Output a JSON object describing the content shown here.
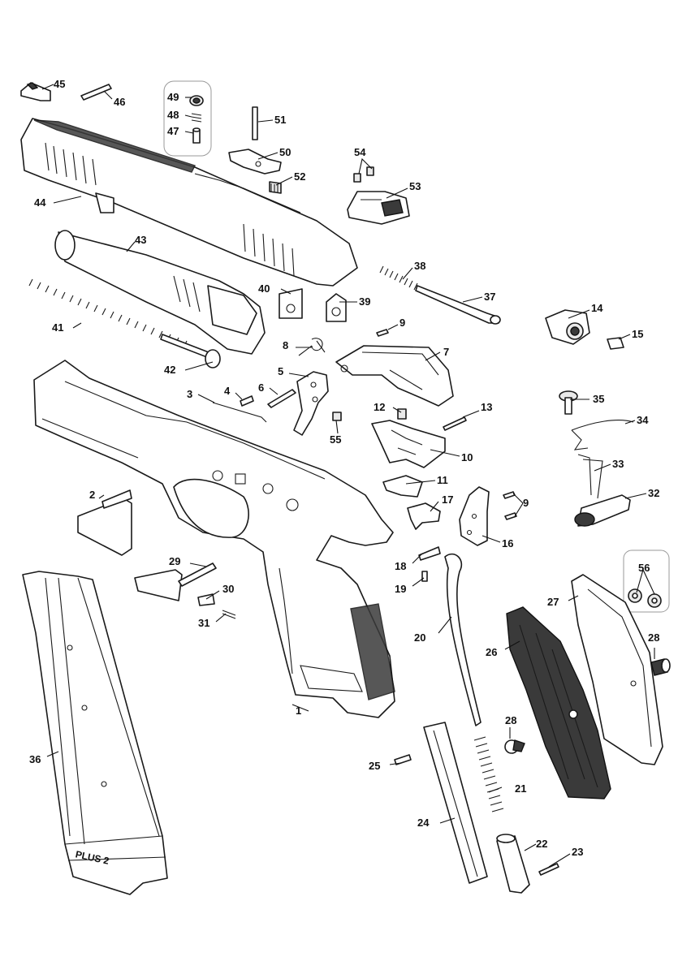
{
  "parts": [
    {
      "id": "1",
      "label": "1"
    },
    {
      "id": "2",
      "label": "2"
    },
    {
      "id": "3",
      "label": "3"
    },
    {
      "id": "4",
      "label": "4"
    },
    {
      "id": "5",
      "label": "5"
    },
    {
      "id": "6",
      "label": "6"
    },
    {
      "id": "7",
      "label": "7"
    },
    {
      "id": "8",
      "label": "8"
    },
    {
      "id": "9a",
      "label": "9"
    },
    {
      "id": "9b",
      "label": "9"
    },
    {
      "id": "10",
      "label": "10"
    },
    {
      "id": "11",
      "label": "11"
    },
    {
      "id": "12",
      "label": "12"
    },
    {
      "id": "13",
      "label": "13"
    },
    {
      "id": "14",
      "label": "14"
    },
    {
      "id": "15",
      "label": "15"
    },
    {
      "id": "16",
      "label": "16"
    },
    {
      "id": "17",
      "label": "17"
    },
    {
      "id": "18",
      "label": "18"
    },
    {
      "id": "19",
      "label": "19"
    },
    {
      "id": "20",
      "label": "20"
    },
    {
      "id": "21",
      "label": "21"
    },
    {
      "id": "22",
      "label": "22"
    },
    {
      "id": "23",
      "label": "23"
    },
    {
      "id": "24",
      "label": "24"
    },
    {
      "id": "25",
      "label": "25"
    },
    {
      "id": "26",
      "label": "26"
    },
    {
      "id": "27",
      "label": "27"
    },
    {
      "id": "28a",
      "label": "28"
    },
    {
      "id": "28b",
      "label": "28"
    },
    {
      "id": "29",
      "label": "29"
    },
    {
      "id": "30",
      "label": "30"
    },
    {
      "id": "31",
      "label": "31"
    },
    {
      "id": "32",
      "label": "32"
    },
    {
      "id": "33",
      "label": "33"
    },
    {
      "id": "34",
      "label": "34"
    },
    {
      "id": "35",
      "label": "35"
    },
    {
      "id": "36",
      "label": "36"
    },
    {
      "id": "37",
      "label": "37"
    },
    {
      "id": "38",
      "label": "38"
    },
    {
      "id": "39",
      "label": "39"
    },
    {
      "id": "40",
      "label": "40"
    },
    {
      "id": "41",
      "label": "41"
    },
    {
      "id": "42",
      "label": "42"
    },
    {
      "id": "43",
      "label": "43"
    },
    {
      "id": "44",
      "label": "44"
    },
    {
      "id": "45",
      "label": "45"
    },
    {
      "id": "46",
      "label": "46"
    },
    {
      "id": "47",
      "label": "47"
    },
    {
      "id": "48",
      "label": "48"
    },
    {
      "id": "49",
      "label": "49"
    },
    {
      "id": "50",
      "label": "50"
    },
    {
      "id": "51",
      "label": "51"
    },
    {
      "id": "52",
      "label": "52"
    },
    {
      "id": "53",
      "label": "53"
    },
    {
      "id": "54",
      "label": "54"
    },
    {
      "id": "55",
      "label": "55"
    },
    {
      "id": "56",
      "label": "56"
    }
  ],
  "magazine_baseplate_text": "PLUS 2",
  "colors": {
    "line": "#1a1a1a",
    "fill": "#ffffff",
    "shade": "#e9e9e9",
    "dark": "#3a3a3a"
  }
}
